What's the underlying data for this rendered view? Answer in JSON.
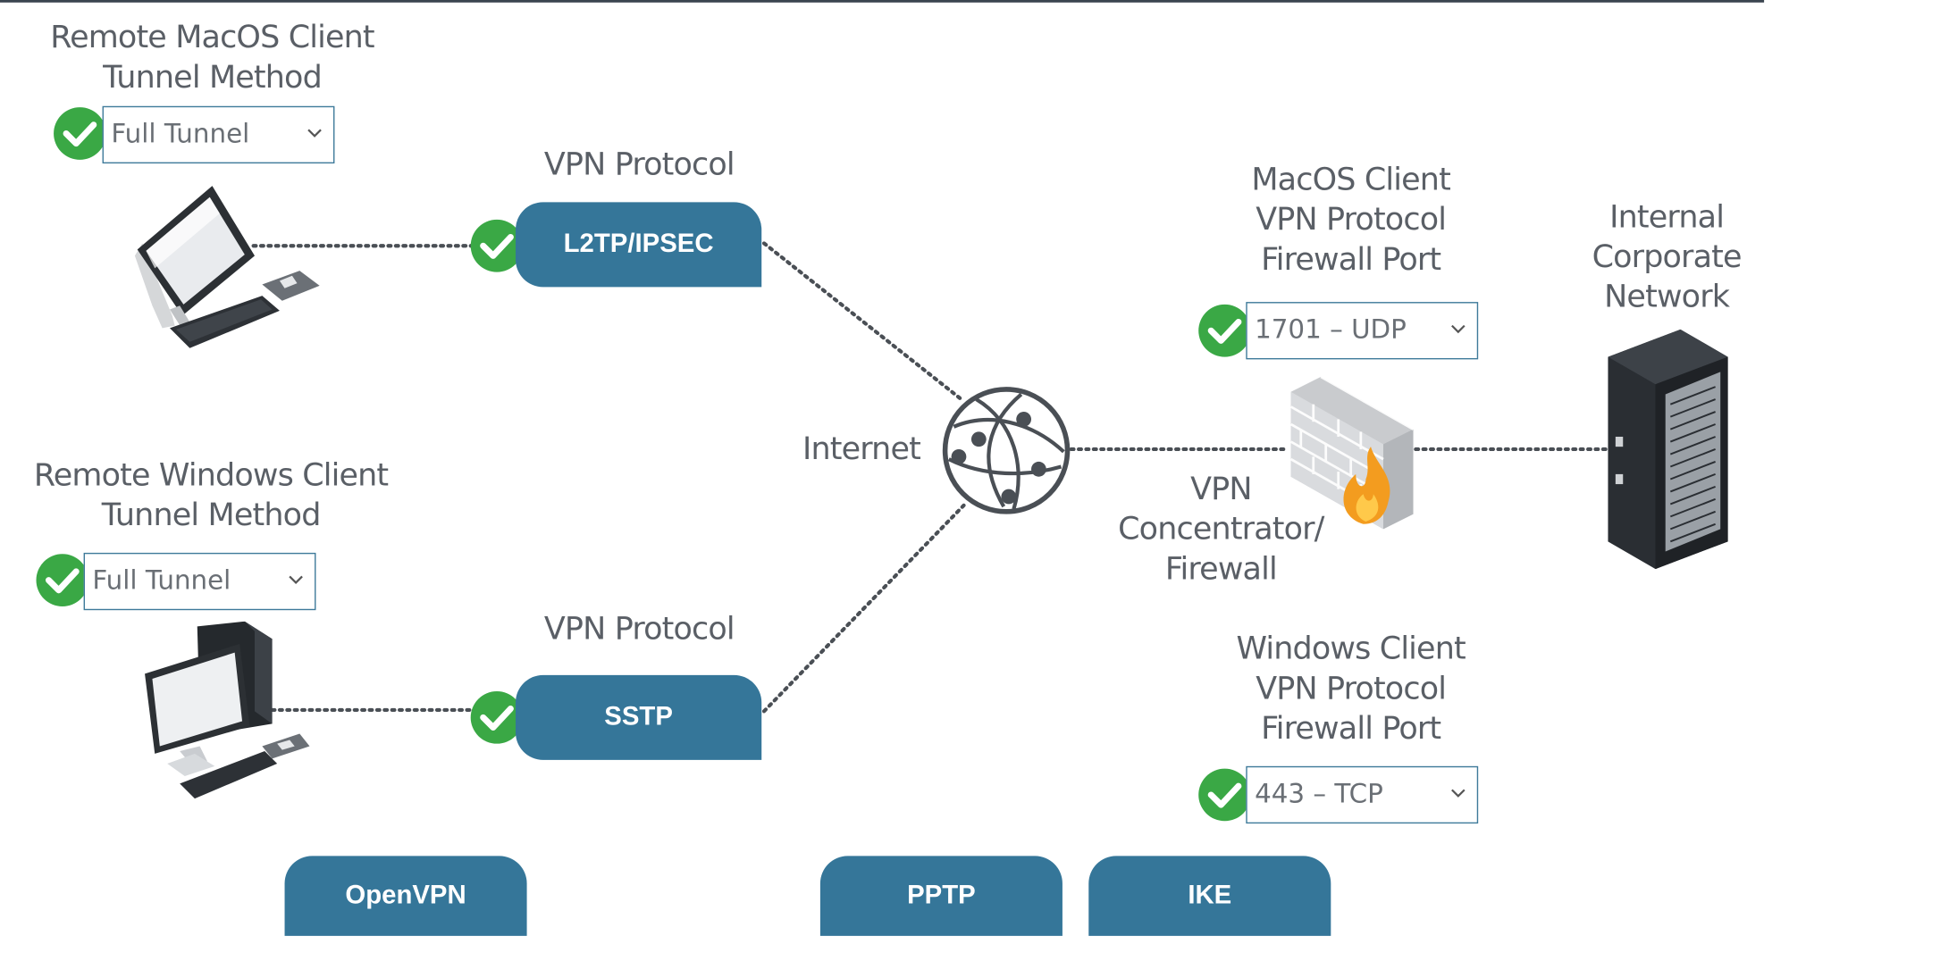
{
  "labels": {
    "mac_tunnel": "Remote MacOS Client\nTunnel Method",
    "win_tunnel": "Remote Windows Client\nTunnel Method",
    "vpn_protocol_top": "VPN Protocol",
    "vpn_protocol_bottom": "VPN Protocol",
    "internet": "Internet",
    "mac_port": "MacOS Client\nVPN Protocol\nFirewall Port",
    "win_port": "Windows Client\nVPN Protocol\nFirewall Port",
    "concentrator": "VPN\nConcentrator/\nFirewall",
    "internal_network": "Internal\nCorporate\nNetwork"
  },
  "selects": {
    "mac_tunnel_value": "Full Tunnel",
    "win_tunnel_value": "Full Tunnel",
    "mac_port_value": "1701 – UDP",
    "win_port_value": "443 – TCP"
  },
  "placed_tiles": {
    "mac_protocol": "L2TP/IPSEC",
    "win_protocol": "SSTP"
  },
  "tile_bank": [
    "OpenVPN",
    "PPTP",
    "IKE"
  ],
  "colors": {
    "tile": "#357699",
    "check": "#3aa845",
    "select_border": "#3e7a9a",
    "label_text": "#5a5f66"
  },
  "icons": {
    "check": "checkmark-circle-icon",
    "mac_client": "imac-computer-icon",
    "win_client": "desktop-pc-icon",
    "internet": "globe-network-icon",
    "firewall": "firewall-icon",
    "server": "server-rack-icon"
  }
}
